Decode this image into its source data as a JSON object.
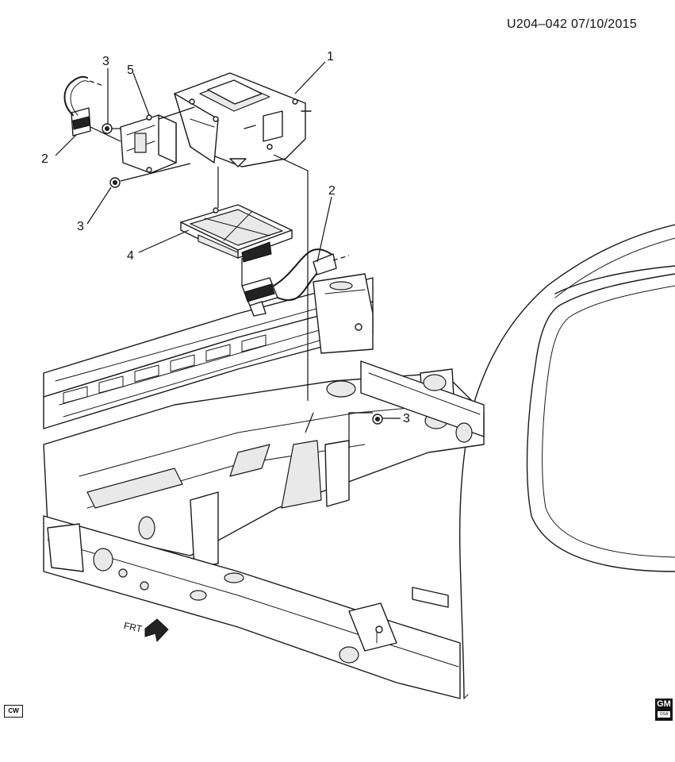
{
  "header": {
    "code": "U204–042  07/10/2015"
  },
  "callouts": [
    "1",
    "2",
    "3",
    "4",
    "5",
    "2",
    "3",
    "3"
  ],
  "front_indicator": {
    "label": "FRT"
  },
  "badge": {
    "cw": "CW"
  },
  "logo": {
    "main": "GM",
    "sub": "OSA"
  }
}
